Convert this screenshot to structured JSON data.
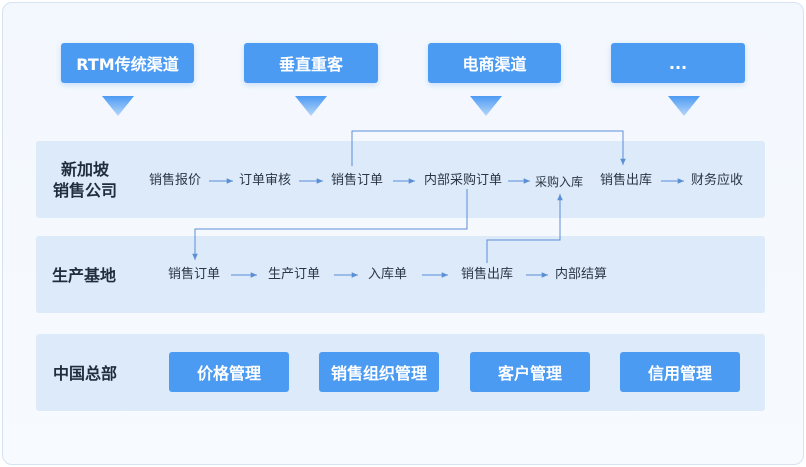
{
  "channels": [
    {
      "label": "RTM传统渠道"
    },
    {
      "label": "垂直重客"
    },
    {
      "label": "电商渠道"
    },
    {
      "label": "..."
    }
  ],
  "singapore": {
    "label_line1": "新加坡",
    "label_line2": "销售公司",
    "steps": [
      "销售报价",
      "订单审核",
      "销售订单",
      "内部采购订单",
      "采购入库",
      "销售出库",
      "财务应收"
    ]
  },
  "production": {
    "label": "生产基地",
    "steps": [
      "销售订单",
      "生产订单",
      "入库单",
      "销售出库",
      "内部结算"
    ]
  },
  "headquarters": {
    "label": "中国总部",
    "buttons": [
      "价格管理",
      "销售组织管理",
      "客户管理",
      "信用管理"
    ]
  },
  "colors": {
    "primary": "#4c9bf3",
    "band": "#dceaf9",
    "arrow": "#5a8fd6"
  }
}
